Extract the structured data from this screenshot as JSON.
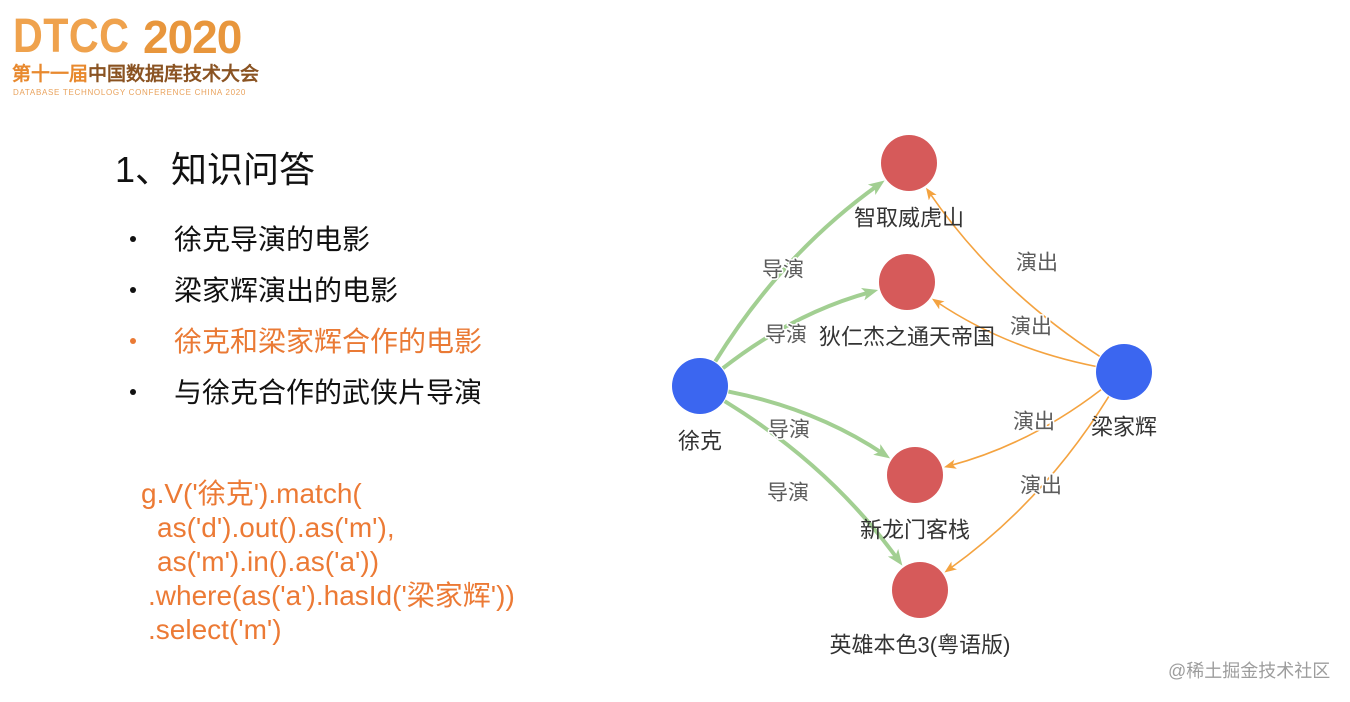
{
  "logo": {
    "brand": "DTCC",
    "year": "2020",
    "edition": "第十一届",
    "conference": "中国数据库技术大会",
    "tagline": "DATABASE TECHNOLOGY CONFERENCE CHINA 2020"
  },
  "slide": {
    "title": "1、知识问答",
    "bullets": [
      {
        "text": "徐克导演的电影",
        "color": "#111111"
      },
      {
        "text": "梁家辉演出的电影",
        "color": "#111111"
      },
      {
        "text": "徐克和梁家辉合作的电影",
        "color": "#ea7a35"
      },
      {
        "text": "与徐克合作的武侠片导演",
        "color": "#111111"
      }
    ],
    "code_lines": [
      "g.V('徐克').match(",
      "as('d').out().as('m'),",
      "as('m').in().as('a'))",
      ".where(as('a').hasId('梁家辉'))",
      ".select('m')"
    ]
  },
  "graph": {
    "nodes": [
      {
        "name": "徐克",
        "color": "#3b66f0"
      },
      {
        "name": "梁家辉",
        "color": "#3b66f0"
      },
      {
        "name": "智取威虎山",
        "color": "#d65a5a"
      },
      {
        "name": "狄仁杰之通天帝国",
        "color": "#d65a5a"
      },
      {
        "name": "新龙门客栈",
        "color": "#d65a5a"
      },
      {
        "name": "英雄本色3(粤语版)",
        "color": "#d65a5a"
      }
    ],
    "edges": [
      {
        "source": "徐克",
        "target": "智取威虎山",
        "label": "导演",
        "color": "#a2cf92"
      },
      {
        "source": "徐克",
        "target": "狄仁杰之通天帝国",
        "label": "导演",
        "color": "#a2cf92"
      },
      {
        "source": "徐克",
        "target": "新龙门客栈",
        "label": "导演",
        "color": "#a2cf92"
      },
      {
        "source": "徐克",
        "target": "英雄本色3(粤语版)",
        "label": "导演",
        "color": "#a2cf92"
      },
      {
        "source": "梁家辉",
        "target": "智取威虎山",
        "label": "演出",
        "color": "#f4a340"
      },
      {
        "source": "梁家辉",
        "target": "狄仁杰之通天帝国",
        "label": "演出",
        "color": "#f4a340"
      },
      {
        "source": "梁家辉",
        "target": "新龙门客栈",
        "label": "演出",
        "color": "#f4a340"
      },
      {
        "source": "梁家辉",
        "target": "英雄本色3(粤语版)",
        "label": "演出",
        "color": "#f4a340"
      }
    ]
  },
  "watermark": "@稀土掘金技术社区",
  "colors": {
    "logo_brand": "#efa24d",
    "logo_year": "#e8963c",
    "logo_edition": "#e8892e",
    "logo_conference": "#8a5322",
    "logo_tagline": "#e9a25c",
    "code_text": "#ec7a35"
  }
}
